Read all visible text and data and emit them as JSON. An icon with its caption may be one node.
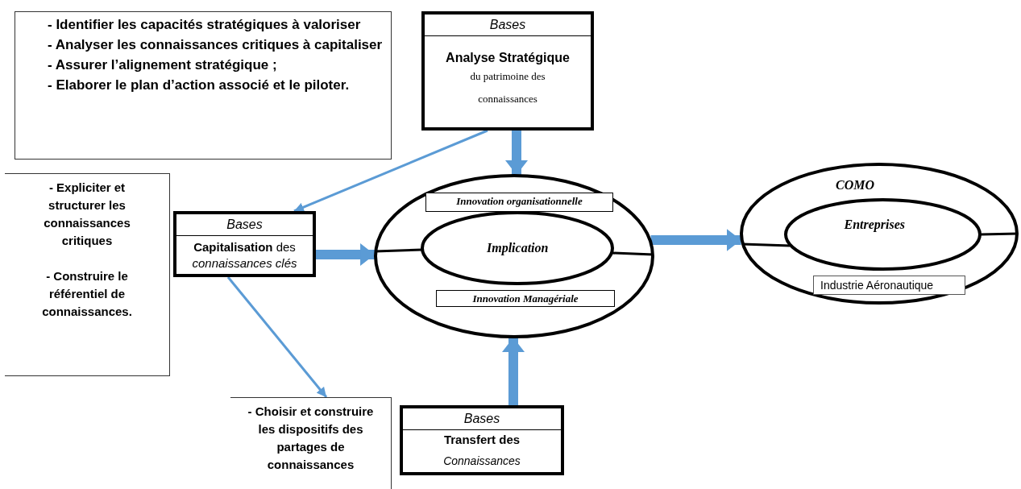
{
  "diagram": {
    "nodes": [
      {
        "text": [
          "- Identifier les capacités stratégiques à valoriser",
          "- Analyser les connaissances critiques à capitaliser",
          "- Assurer l’alignement stratégique ;",
          "- Elaborer le plan d’action associé et le piloter."
        ]
      },
      {
        "text": [
          "Bases",
          "Analyse Stratégique",
          "du patrimoine des connaissances"
        ]
      },
      {
        "text": [
          "- Expliciter et structurer les connaissances critiques",
          "- Construire le référentiel de connaissances."
        ]
      },
      {
        "text": [
          "Bases",
          "**Capitalisation** des *connaissances clés*"
        ]
      },
      {
        "text": [],
        "shape": "circle"
      },
      {
        "text": [
          "Innovation organisationnelle"
        ],
        "in": 4
      },
      {
        "text": [
          "Implication"
        ],
        "in": 4
      },
      {
        "text": [
          "Innovation Managériale"
        ],
        "in": 4
      },
      {
        "text": [
          "COMO"
        ]
      },
      {
        "text": [
          "Entreprises"
        ],
        "in": 8
      },
      {
        "text": [
          "Industrie Aéronautique"
        ],
        "in": 8
      },
      {
        "text": [
          "- Choisir et construire les dispositifs des partages de connaissances"
        ]
      },
      {
        "text": [
          "Bases",
          "Transfert des",
          "Connaissances"
        ]
      }
    ],
    "edges": [
      {
        "from": 1,
        "to": 3,
        "arrow": "to"
      },
      {
        "from": 1,
        "to": 4,
        "arrow": "to",
        "style": "thick"
      },
      {
        "from": 3,
        "to": 4,
        "arrow": "to",
        "style": "thick"
      },
      {
        "from": 12,
        "to": 4,
        "arrow": "to",
        "style": "thick"
      },
      {
        "from": 4,
        "to": 8,
        "arrow": "to",
        "style": "thick"
      },
      {
        "from": 3,
        "to": 11,
        "arrow": "to"
      },
      {
        "from": 6,
        "to": 4,
        "arrow": "none",
        "color": "#000000"
      },
      {
        "from": 6,
        "to": 4,
        "arrow": "none",
        "color": "#000000"
      },
      {
        "from": 9,
        "to": 8,
        "arrow": "none",
        "color": "#000000"
      },
      {
        "from": 9,
        "to": 8,
        "arrow": "none",
        "color": "#000000"
      }
    ]
  }
}
